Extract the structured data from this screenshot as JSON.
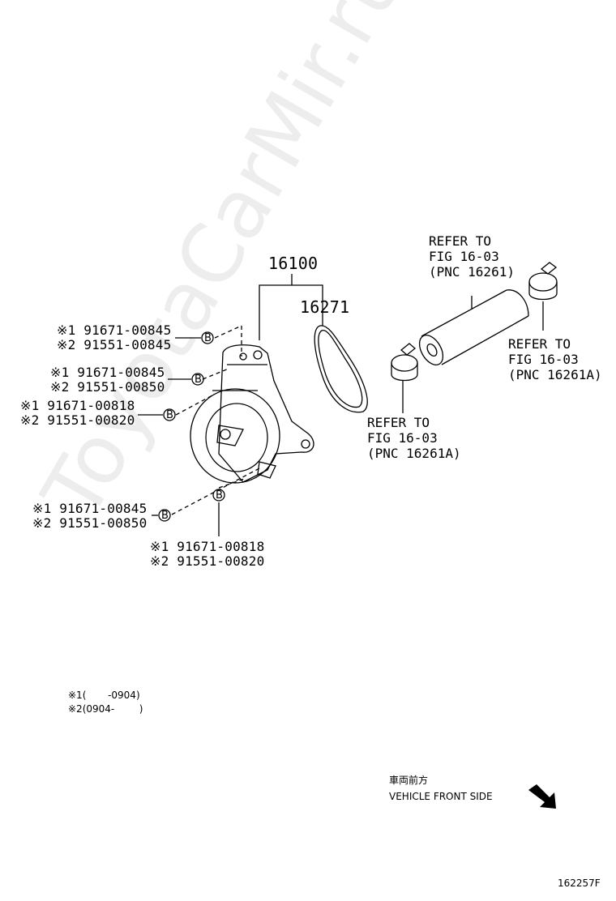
{
  "diagram": {
    "watermark": "ToyotaCarMir.ru",
    "pnc_main": "16100",
    "pnc_belt": "16271",
    "parts": {
      "a1": "※1 91671-00845",
      "a2": "※2 91551-00845",
      "b1": "※1 91671-00845",
      "b2": "※2 91551-00850",
      "c1": "※1 91671-00818",
      "c2": "※2 91551-00820",
      "d1": "※1 91671-00845",
      "d2": "※2 91551-00850",
      "e1": "※1 91671-00818",
      "e2": "※2 91551-00820"
    },
    "bolt_marker": "B",
    "refer_top": [
      "REFER TO",
      "FIG 16-03",
      "(PNC 16261)"
    ],
    "refer_right": [
      "REFER TO",
      "FIG 16-03",
      "(PNC 16261A)"
    ],
    "refer_middle": [
      "REFER TO",
      "FIG 16-03",
      "(PNC 16261A)"
    ],
    "notes": {
      "n1": "※1(       -0904)",
      "n2": "※2(0904-        )"
    },
    "front_jp": "車両前方",
    "front_en": "VEHICLE FRONT SIDE",
    "figure_id": "162257F"
  }
}
